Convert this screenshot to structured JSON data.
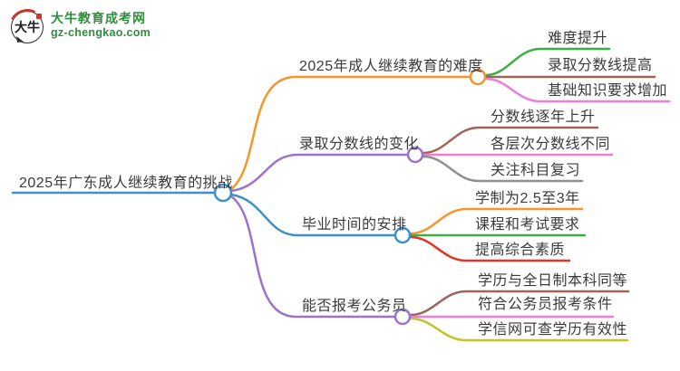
{
  "logo": {
    "icon_label": "大牛",
    "site_name": "大牛教育成考网",
    "site_url": "gz-chengkao.com",
    "brand_green": "#2f8d3c",
    "seal_red": "#c2382c"
  },
  "root": {
    "label": "2025年广东成人继续教育的挑战",
    "color": "#3e8fcb"
  },
  "branches": [
    {
      "label": "2025年成人继续教育的难度",
      "color": "#f5952b",
      "children": [
        {
          "label": "难度提升",
          "color": "#3ab044"
        },
        {
          "label": "录取分数线提高",
          "color": "#9d6458"
        },
        {
          "label": "基础知识要求增加",
          "color": "#f07cd5"
        }
      ]
    },
    {
      "label": "录取分数线的变化",
      "color": "#9c73cc",
      "children": [
        {
          "label": "分数线逐年上升",
          "color": "#9d6458"
        },
        {
          "label": "各层次分数线不同",
          "color": "#f07cd5"
        },
        {
          "label": "关注科目复习",
          "color": "#8f8f8f"
        }
      ]
    },
    {
      "label": "毕业时间的安排",
      "color": "#3e8fcb",
      "children": [
        {
          "label": "学制为2.5至3年",
          "color": "#f5952b"
        },
        {
          "label": "课程和考试要求",
          "color": "#3ab044"
        },
        {
          "label": "提高综合素质",
          "color": "#e1342a"
        }
      ]
    },
    {
      "label": "能否报考公务员",
      "color": "#9c73cc",
      "children": [
        {
          "label": "学历与全日制本科同等",
          "color": "#9d6458"
        },
        {
          "label": "符合公务员报考条件",
          "color": "#f07cd5"
        },
        {
          "label": "学信网可查学历有效性",
          "color": "#c3c32e"
        }
      ]
    }
  ]
}
